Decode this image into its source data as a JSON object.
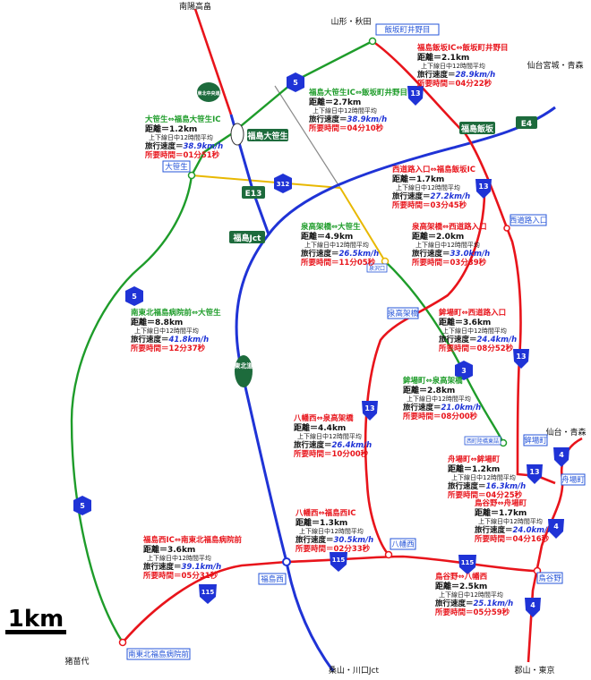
{
  "places": {
    "minami_soma": "南陽高畠",
    "yamagata_akita": "山形・秋田",
    "sendai": "仙台宮城・青森",
    "sendai2": "仙台・青森",
    "koriyama": "郡山・東京",
    "aizu": "猪苗代",
    "kawaguchi": "桑山・川口Jct"
  },
  "place_boxes": {
    "iizaka_iinomachi": "飯坂町井野目",
    "otazaki": "大笹生",
    "nishiro_iriguchi": "西道路入口",
    "izumi_takabashi": "泉高架橋",
    "senba": "鉾場町",
    "funaba": "舟場町",
    "torigaya": "鳥谷野",
    "yatsubonishi": "八幡西",
    "minami_hospital": "南東北福島病院前",
    "fukushima_nishi": "福島西"
  },
  "small_boxes": {
    "izumi_small": "泉沢口",
    "chikatetsu": "西町陸橋東詰"
  },
  "junctions": {
    "fukushima_otazaki": "福島大笹生",
    "fukushima_iizaka": "福島飯坂",
    "fukushima_jct": "福島Jct",
    "fukushima_nishi": "福島西",
    "tohoku": "東北道",
    "tohoku_chuo": "東北中央道"
  },
  "shields": {
    "r5": "5",
    "r13": "13",
    "r312": "312",
    "r3": "3",
    "r4": "4",
    "r115": "115",
    "e4": "E4",
    "e13": "E13"
  },
  "segments": [
    {
      "title": "福島飯坂IC⇔飯坂町井野目",
      "color": "red",
      "distance": "距離＝2.1km",
      "note": "上下線日中12時間平均",
      "speed_label": "旅行速度＝",
      "speed": "28.9km/h",
      "time": "所要時間＝04分22秒"
    },
    {
      "title": "福島大笹生IC⇔飯坂町井野目",
      "color": "green",
      "distance": "距離＝2.7km",
      "note": "上下線日中12時間平均",
      "speed_label": "旅行速度＝",
      "speed": "38.9km/h",
      "time": "所要時間＝04分10秒"
    },
    {
      "title": "大笹生⇔福島大笹生IC",
      "color": "green",
      "distance": "距離＝1.2km",
      "note": "上下線日中12時間平均",
      "speed_label": "旅行速度＝",
      "speed": "38.9km/h",
      "time": "所要時間＝01分51秒"
    },
    {
      "title": "西道路入口⇔福島飯坂IC",
      "color": "red",
      "distance": "距離＝1.7km",
      "note": "上下線日中12時間平均",
      "speed_label": "旅行速度＝",
      "speed": "27.2km/h",
      "time": "所要時間＝03分45秒"
    },
    {
      "title": "泉高架橋⇔大笹生",
      "color": "green",
      "distance": "距離＝4.9km",
      "note": "上下線日中12時間平均",
      "speed_label": "旅行速度＝",
      "speed": "26.5km/h",
      "time": "所要時間＝11分05秒"
    },
    {
      "title": "泉高架橋⇔西道路入口",
      "color": "red",
      "distance": "距離＝2.0km",
      "note": "上下線日中12時間平均",
      "speed_label": "旅行速度＝",
      "speed": "33.0km/h",
      "time": "所要時間＝03分39秒"
    },
    {
      "title": "南東北福島病院前⇔大笹生",
      "color": "green",
      "distance": "距離＝8.8km",
      "note": "上下線日中12時間平均",
      "speed_label": "旅行速度＝",
      "speed": "41.8km/h",
      "time": "所要時間＝12分37秒"
    },
    {
      "title": "鉾場町⇔西道路入口",
      "color": "red",
      "distance": "距離＝3.6km",
      "note": "上下線日中12時間平均",
      "speed_label": "旅行速度＝",
      "speed": "24.4km/h",
      "time": "所要時間＝08分52秒"
    },
    {
      "title": "鉾場町⇔泉高架橋",
      "color": "green",
      "distance": "距離＝2.8km",
      "note": "上下線日中12時間平均",
      "speed_label": "旅行速度＝",
      "speed": "21.0km/h",
      "time": "所要時間＝08分00秒"
    },
    {
      "title": "八幡西⇔泉高架橋",
      "color": "red",
      "distance": "距離＝4.4km",
      "note": "上下線日中12時間平均",
      "speed_label": "旅行速度＝",
      "speed": "26.4km/h",
      "time": "所要時間＝10分00秒"
    },
    {
      "title": "舟場町⇔鉾場町",
      "color": "red",
      "distance": "距離＝1.2km",
      "note": "上下線日中12時間平均",
      "speed_label": "旅行速度＝",
      "speed": "16.3km/h",
      "time": "所要時間＝04分25秒"
    },
    {
      "title": "八幡西⇔福島西IC",
      "color": "red",
      "distance": "距離＝1.3km",
      "note": "上下線日中12時間平均",
      "speed_label": "旅行速度＝",
      "speed": "30.5km/h",
      "time": "所要時間＝02分33秒"
    },
    {
      "title": "鳥谷野⇔舟場町",
      "color": "red",
      "distance": "距離＝1.7km",
      "note": "上下線日中12時間平均",
      "speed_label": "旅行速度＝",
      "speed": "24.0km/h",
      "time": "所要時間＝04分16秒"
    },
    {
      "title": "福島西IC⇔南東北福島病院前",
      "color": "red",
      "distance": "距離＝3.6km",
      "note": "上下線日中12時間平均",
      "speed_label": "旅行速度＝",
      "speed": "39.1km/h",
      "time": "所要時間＝05分31秒"
    },
    {
      "title": "鳥谷野⇔八幡西",
      "color": "red",
      "distance": "距離＝2.5km",
      "note": "上下線日中12時間平均",
      "speed_label": "旅行速度＝",
      "speed": "25.1km/h",
      "time": "所要時間＝05分59秒"
    }
  ],
  "scale": {
    "label": "1km"
  },
  "colors": {
    "red": "#e8141b",
    "green": "#1e9c2a",
    "blue": "#1f33d6",
    "yellow": "#e8b800",
    "jct": "#1d6b3c"
  }
}
